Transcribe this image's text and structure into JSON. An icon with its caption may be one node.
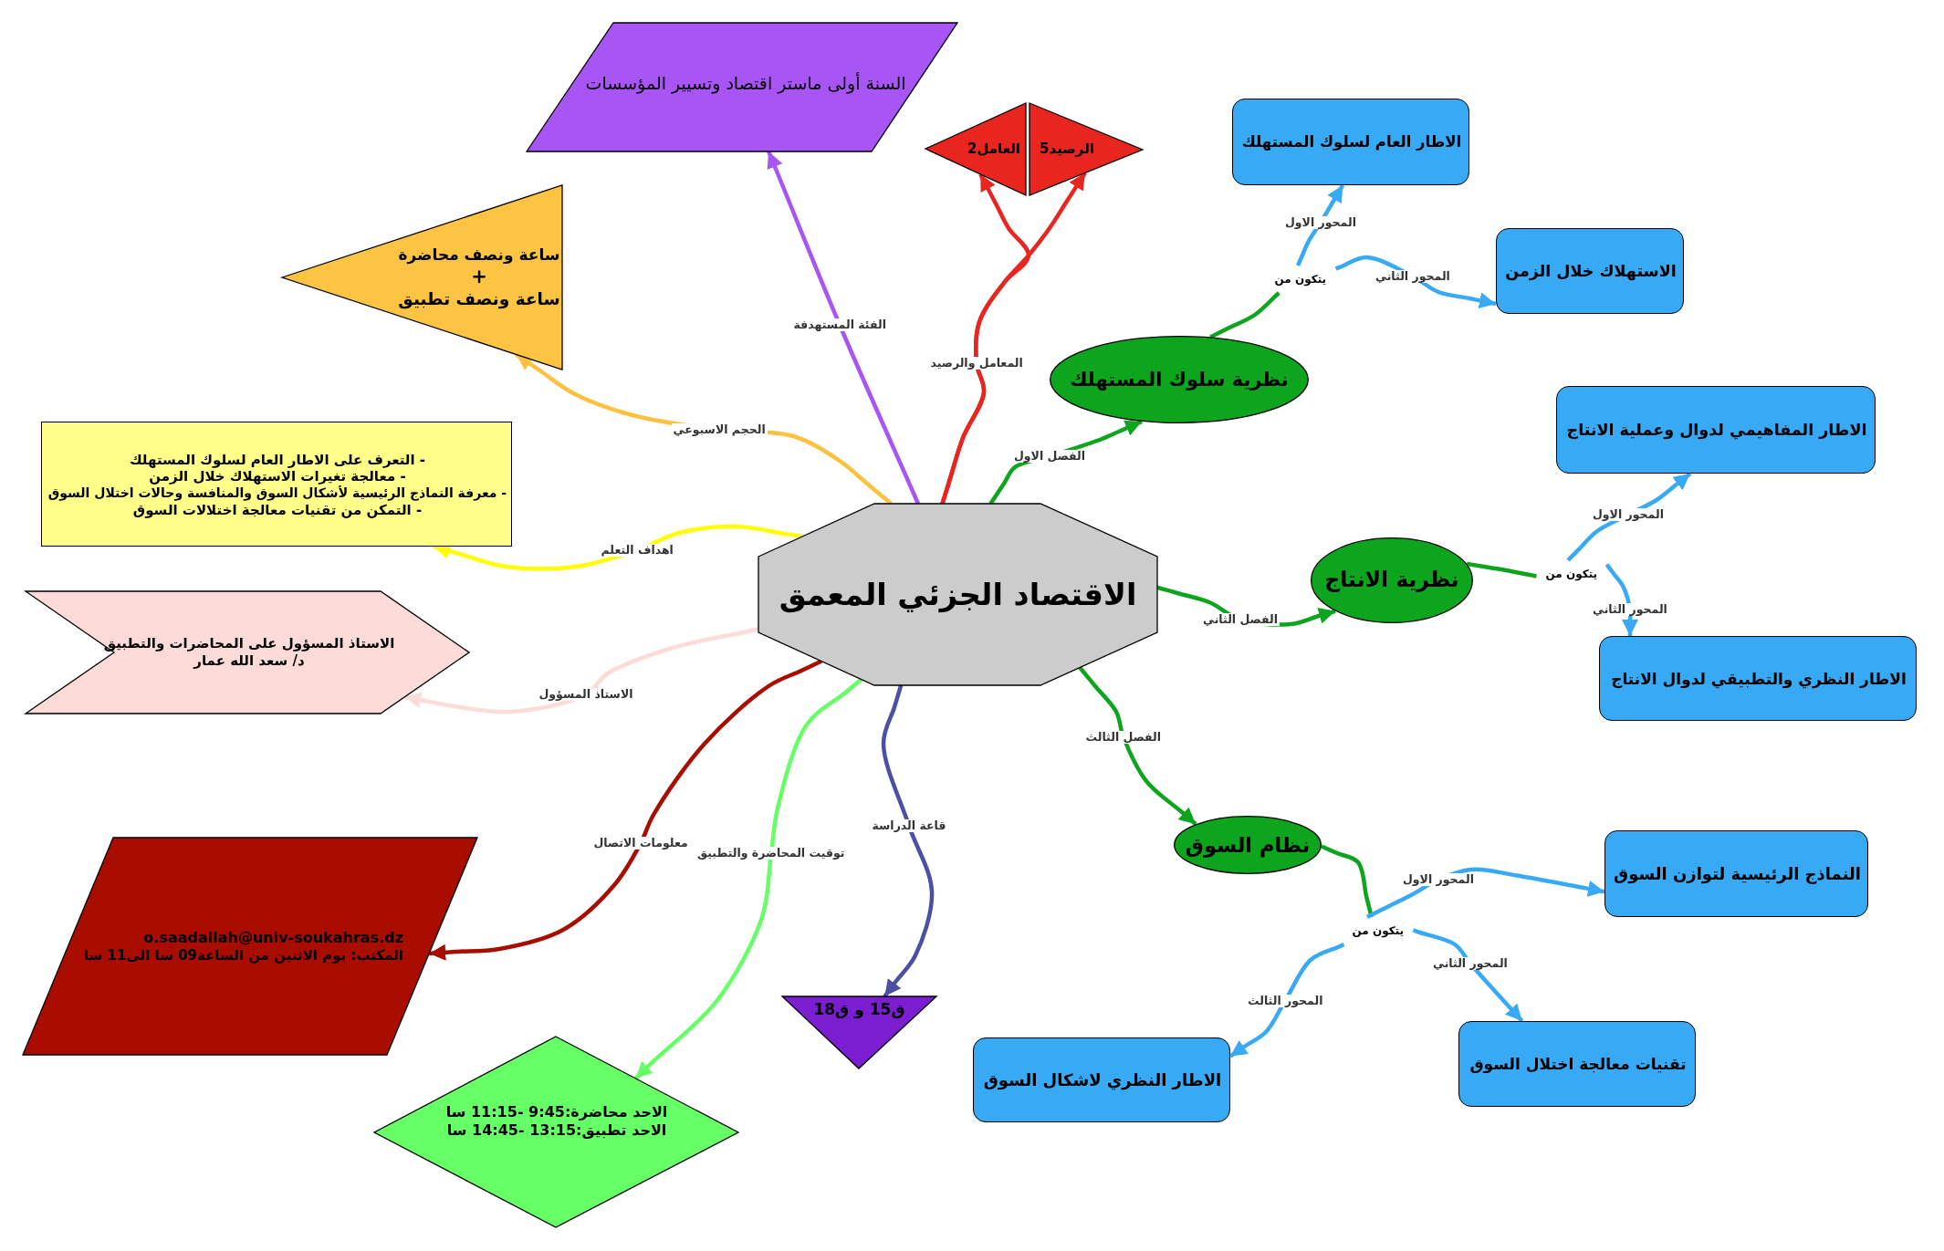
{
  "diagram": {
    "nodes": [
      {
        "text": [
          "الاقتصاد الجزئي المعمق"
        ]
      },
      {
        "text": [
          "السنة أولى ماستر اقتصاد وتسيير المؤسسات"
        ]
      },
      {
        "text": [
          "العامل2"
        ]
      },
      {
        "text": [
          "الرصيد5"
        ]
      },
      {
        "text": [
          "ساعة ونصف محاضرة",
          "+",
          "ساعة ونصف تطبيق"
        ]
      },
      {
        "text": [
          "- التعرف على الاطار العام لسلوك المستهلك",
          "- معالجة تغيرات الاستهلاك خلال الزمن",
          "- معرفة النماذج الرئيسية لأشكال السوق والمنافسة وحالات اختلال السوق",
          "- التمكن من تقنيات معالجة اختلالات السوق"
        ]
      },
      {
        "text": [
          "الاستاذ المسؤول على المحاضرات والتطبيق",
          "د/ سعد الله عمار"
        ]
      },
      {
        "text": [
          "o.saadallah@univ-soukahras.dz",
          "المكتب: يوم الاثنين من الساعة09 سا الى11 سا"
        ]
      },
      {
        "text": [
          "الاحد محاضرة:9:45 -11:15 سا",
          "الاحد تطبيق:13:15 -14:45 سا"
        ]
      },
      {
        "text": [
          "ق15 و ق18"
        ]
      },
      {
        "text": [
          "نظرية سلوك المستهلك"
        ]
      },
      {
        "text": [
          "يتكون من"
        ]
      },
      {
        "text": [
          "الاطار العام لسلوك المستهلك"
        ]
      },
      {
        "text": [
          "الاستهلاك خلال الزمن"
        ]
      },
      {
        "text": [
          "نظرية الانتاج"
        ]
      },
      {
        "text": [
          "يتكون من"
        ]
      },
      {
        "text": [
          "الاطار المفاهيمي لدوال وعملية الانتاج"
        ]
      },
      {
        "text": [
          "الاطار النظري والتطبيقي لدوال الانتاج"
        ]
      },
      {
        "text": [
          "نظام السوق"
        ]
      },
      {
        "text": [
          "يتكون من"
        ]
      },
      {
        "text": [
          "النماذج الرئيسية لتوازن السوق"
        ]
      },
      {
        "text": [
          "تقنيات معالجة اختلال السوق"
        ]
      },
      {
        "text": [
          "الاطار النظري لاشكال السوق"
        ]
      }
    ],
    "edges": [
      {
        "from": 0,
        "to": 1,
        "arrow": "to",
        "label": "الفئة المستهدفة",
        "color": "#a855f5"
      },
      {
        "from": 0,
        "to": 2,
        "arrow": "to",
        "label": "المعامل والرصيد",
        "color": "#e8251e"
      },
      {
        "from": 0,
        "to": 3,
        "arrow": "to",
        "color": "#e8251e"
      },
      {
        "from": 0,
        "to": 4,
        "arrow": "to",
        "label": "الحجم الاسبوعي",
        "color": "#fbc13f"
      },
      {
        "from": 0,
        "to": 5,
        "arrow": "to",
        "label": "اهداف التعلم",
        "color": "#ffff00"
      },
      {
        "from": 0,
        "to": 6,
        "arrow": "to",
        "label": "الاستاذ المسؤول",
        "color": "#fddbd8"
      },
      {
        "from": 0,
        "to": 7,
        "arrow": "to",
        "label": "معلومات الاتصال",
        "color": "#a80d00"
      },
      {
        "from": 0,
        "to": 8,
        "arrow": "to",
        "label": "توقيت المحاضرة والتطبيق",
        "color": "#66ff66"
      },
      {
        "from": 0,
        "to": 9,
        "arrow": "to",
        "label": "قاعة الدراسة",
        "color": "#4b4fa6"
      },
      {
        "from": 0,
        "to": 10,
        "arrow": "to",
        "label": "الفصل الاول",
        "color": "#0ea51e"
      },
      {
        "from": 0,
        "to": 14,
        "arrow": "to",
        "label": "الفصل الثاني",
        "color": "#0ea51e"
      },
      {
        "from": 0,
        "to": 18,
        "arrow": "to",
        "label": "الفصل الثالث",
        "color": "#0ea51e"
      },
      {
        "from": 10,
        "to": 11,
        "arrow": "none",
        "color": "#0ea51e"
      },
      {
        "from": 11,
        "to": 12,
        "arrow": "to",
        "label": "المحور الاول",
        "color": "#38a9f5"
      },
      {
        "from": 11,
        "to": 13,
        "arrow": "to",
        "label": "المحور الثاني",
        "color": "#38a9f5"
      },
      {
        "from": 14,
        "to": 15,
        "arrow": "none",
        "color": "#0ea51e"
      },
      {
        "from": 15,
        "to": 16,
        "arrow": "to",
        "label": "المحور الاول",
        "color": "#38a9f5"
      },
      {
        "from": 15,
        "to": 17,
        "arrow": "to",
        "label": "المحور الثاني",
        "color": "#38a9f5"
      },
      {
        "from": 18,
        "to": 19,
        "arrow": "none",
        "color": "#0ea51e"
      },
      {
        "from": 19,
        "to": 20,
        "arrow": "to",
        "label": "المحور الاول",
        "color": "#38a9f5"
      },
      {
        "from": 19,
        "to": 21,
        "arrow": "to",
        "label": "المحور الثاني",
        "color": "#38a9f5"
      },
      {
        "from": 19,
        "to": 22,
        "arrow": "to",
        "label": "المحور الثالث",
        "color": "#38a9f5"
      }
    ]
  }
}
